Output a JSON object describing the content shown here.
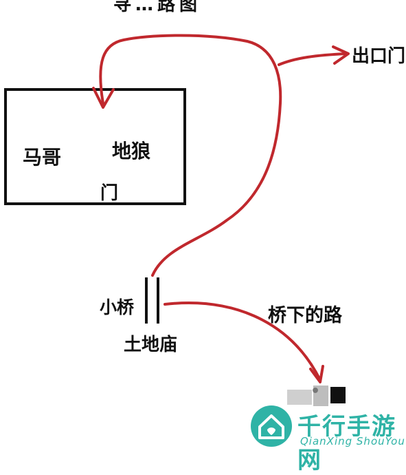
{
  "title_fragment": "寻…路图",
  "labels": {
    "ma_ge": "马哥",
    "di_lang": "地狼",
    "men": "门",
    "exit": "出口门",
    "xiao_qiao": "小桥",
    "tu_di_miao": "土地庙",
    "qiao_xia": "桥下的路",
    "blurred": "•"
  },
  "watermark": {
    "name": "千行手游网",
    "sub": "QianXing ShouYou"
  },
  "colors": {
    "arrow": "#c0282d",
    "ink": "#111111",
    "watermark": "#2fb3a6"
  }
}
